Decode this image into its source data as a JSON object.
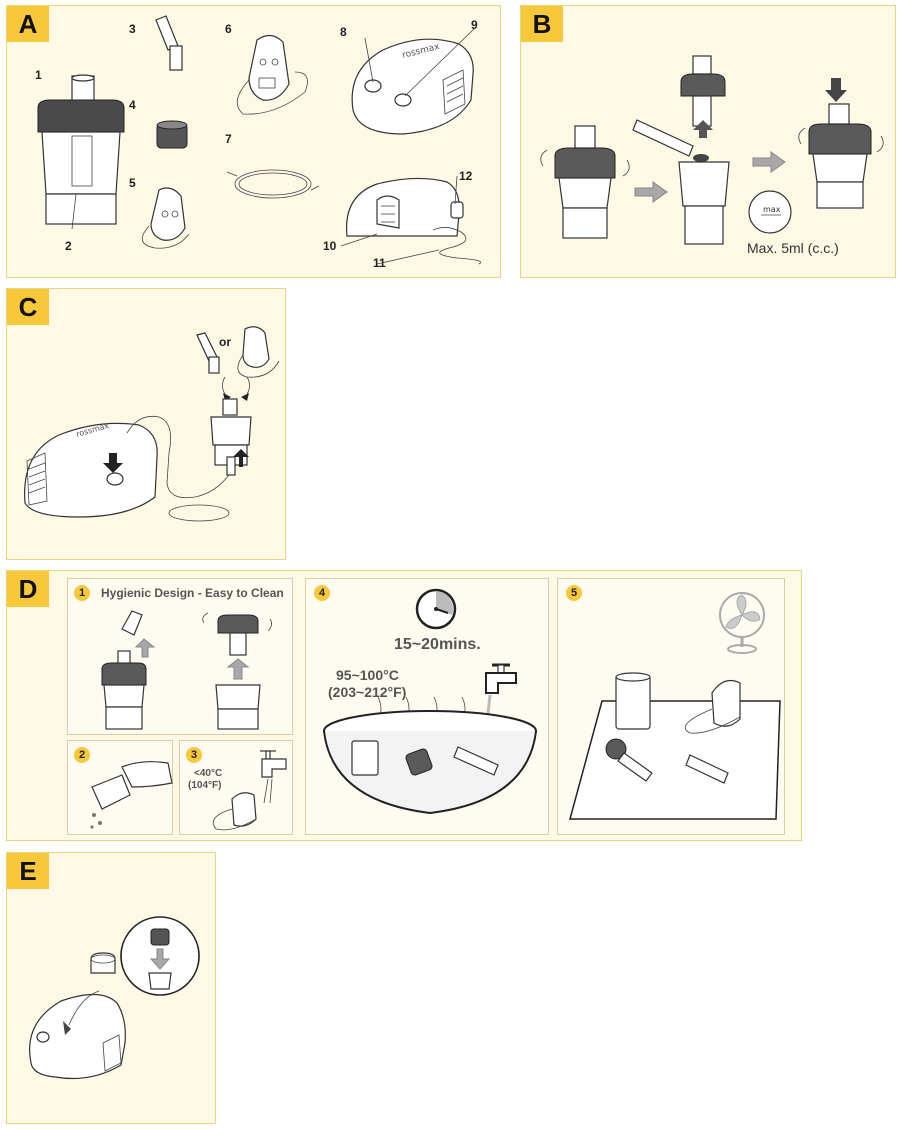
{
  "panels": {
    "A": {
      "badge": "A",
      "labels": [
        "1",
        "2",
        "3",
        "4",
        "5",
        "6",
        "7",
        "8",
        "9",
        "10",
        "11",
        "12"
      ],
      "brand": "rossmax"
    },
    "B": {
      "badge": "B",
      "max_note": "Max. 5ml (c.c.)",
      "max_mark": "max"
    },
    "C": {
      "badge": "C",
      "or_text": "or",
      "brand": "rossmax"
    },
    "D": {
      "badge": "D",
      "step1_num": "1",
      "step1_title": "Hygienic Design - Easy to Clean",
      "step2_num": "2",
      "step3_num": "3",
      "step3_temp_c": "<40°C",
      "step3_temp_f": "(104°F)",
      "step4_num": "4",
      "step4_time": "15~20mins.",
      "step4_temp_c": "95~100°C",
      "step4_temp_f": "(203~212°F)",
      "step5_num": "5"
    },
    "E": {
      "badge": "E"
    }
  },
  "colors": {
    "accent": "#f7c83a",
    "panel_bg": "#fdf9e4",
    "border": "#e9d480",
    "arrow_grey": "#a8a8a8"
  }
}
